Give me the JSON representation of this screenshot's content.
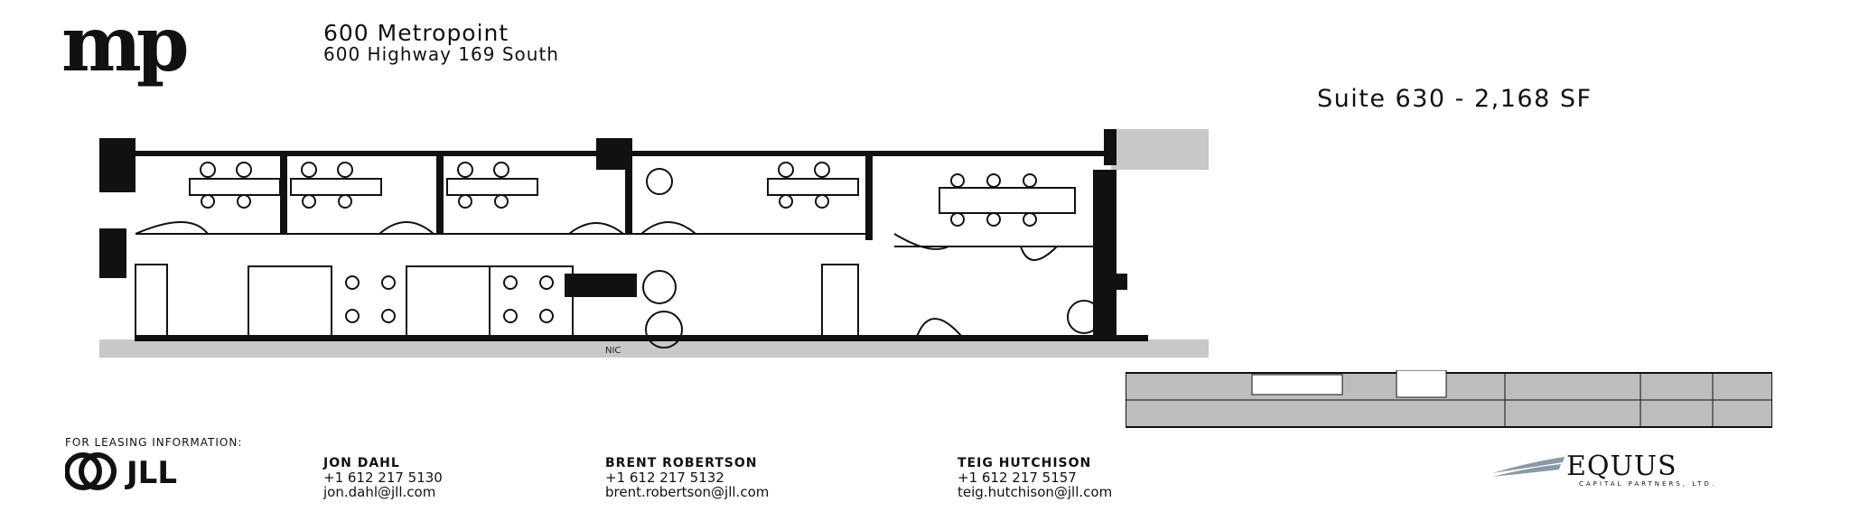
{
  "logo": {
    "text": "mp",
    "name": "metropoint-logo"
  },
  "building": {
    "name": "600 Metropoint",
    "address": "600 Highway  169 South"
  },
  "suite": {
    "label": "Suite 630 - 2,168 SF"
  },
  "floorplan": {
    "nic_label": "NIC"
  },
  "leasing": {
    "heading": "FOR LEASING INFORMATION:"
  },
  "brokers": {
    "jll_name": "JLL",
    "contacts": [
      {
        "name": "JON DAHL",
        "phone": "+1 612 217 5130",
        "email": "jon.dahl@jll.com"
      },
      {
        "name": "BRENT ROBERTSON",
        "phone": "+1 612 217 5132",
        "email": "brent.robertson@jll.com"
      },
      {
        "name": "TEIG HUTCHISON",
        "phone": "+1 612 217 5157",
        "email": "teig.hutchison@jll.com"
      }
    ]
  },
  "equus": {
    "name": "EQUUS",
    "tagline": "CAPITAL PARTNERS, LTD."
  },
  "colors": {
    "wall": "#111111",
    "gray": "#bdbdbd",
    "accent": "#8a99a6"
  }
}
